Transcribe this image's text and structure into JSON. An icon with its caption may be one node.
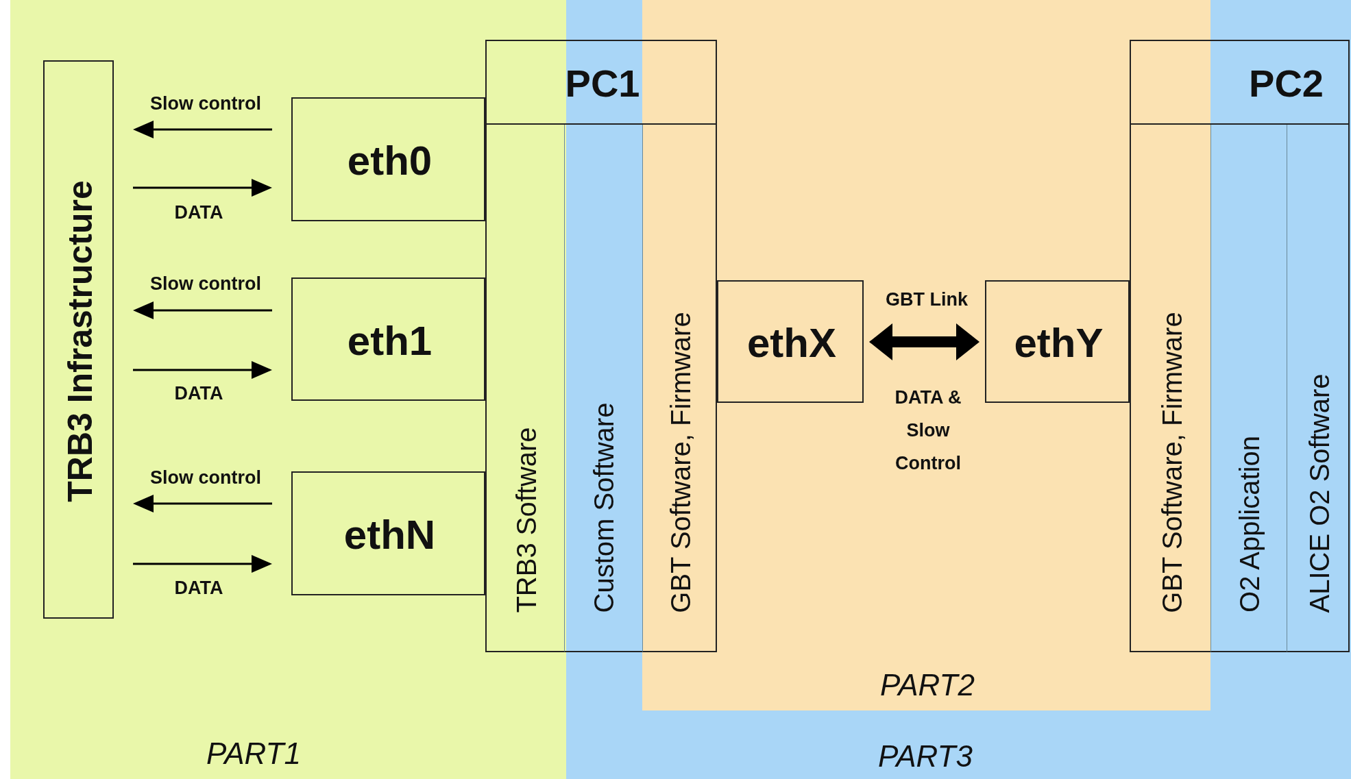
{
  "diagram": {
    "nodes": [
      {
        "text": [
          "PART1"
        ]
      },
      {
        "text": [
          "PART3"
        ]
      },
      {
        "text": [
          "PART2"
        ],
        "in": 1
      },
      {
        "text": [
          "TRB3 Infrastructure"
        ],
        "in": 0
      },
      {
        "text": [
          "PC1"
        ]
      },
      {
        "text": [
          "eth0"
        ],
        "in": 0
      },
      {
        "text": [
          "eth1"
        ],
        "in": 0
      },
      {
        "text": [
          "ethN"
        ],
        "in": 0
      },
      {
        "text": [
          "TRB3 Software"
        ],
        "in": 0
      },
      {
        "text": [
          "Custom Software"
        ],
        "in": 1
      },
      {
        "text": [
          "GBT Software, Firmware"
        ],
        "in": 2
      },
      {
        "text": [
          "ethX"
        ],
        "in": 2
      },
      {
        "text": [
          "ethY"
        ],
        "in": 2
      },
      {
        "text": [
          "PC2"
        ],
        "in": 1
      },
      {
        "text": [
          "GBT Software, Firmware"
        ],
        "in": 2
      },
      {
        "text": [
          "O2 Application"
        ],
        "in": 1
      },
      {
        "text": [
          "ALICE O2 Software"
        ],
        "in": 1
      }
    ],
    "edges": [
      {
        "from": 5,
        "to": 3,
        "arrow": "to",
        "label": "Slow control"
      },
      {
        "from": 3,
        "to": 5,
        "arrow": "to",
        "label": "DATA"
      },
      {
        "from": 6,
        "to": 3,
        "arrow": "to",
        "label": "Slow control"
      },
      {
        "from": 3,
        "to": 6,
        "arrow": "to",
        "label": "DATA"
      },
      {
        "from": 7,
        "to": 3,
        "arrow": "to",
        "label": "Slow control"
      },
      {
        "from": 3,
        "to": 7,
        "arrow": "to",
        "label": "DATA"
      },
      {
        "from": 11,
        "to": 12,
        "arrow": "both",
        "label": "GBT Link",
        "style": "thick"
      }
    ],
    "labels": [
      "DATA & Slow Control"
    ]
  }
}
